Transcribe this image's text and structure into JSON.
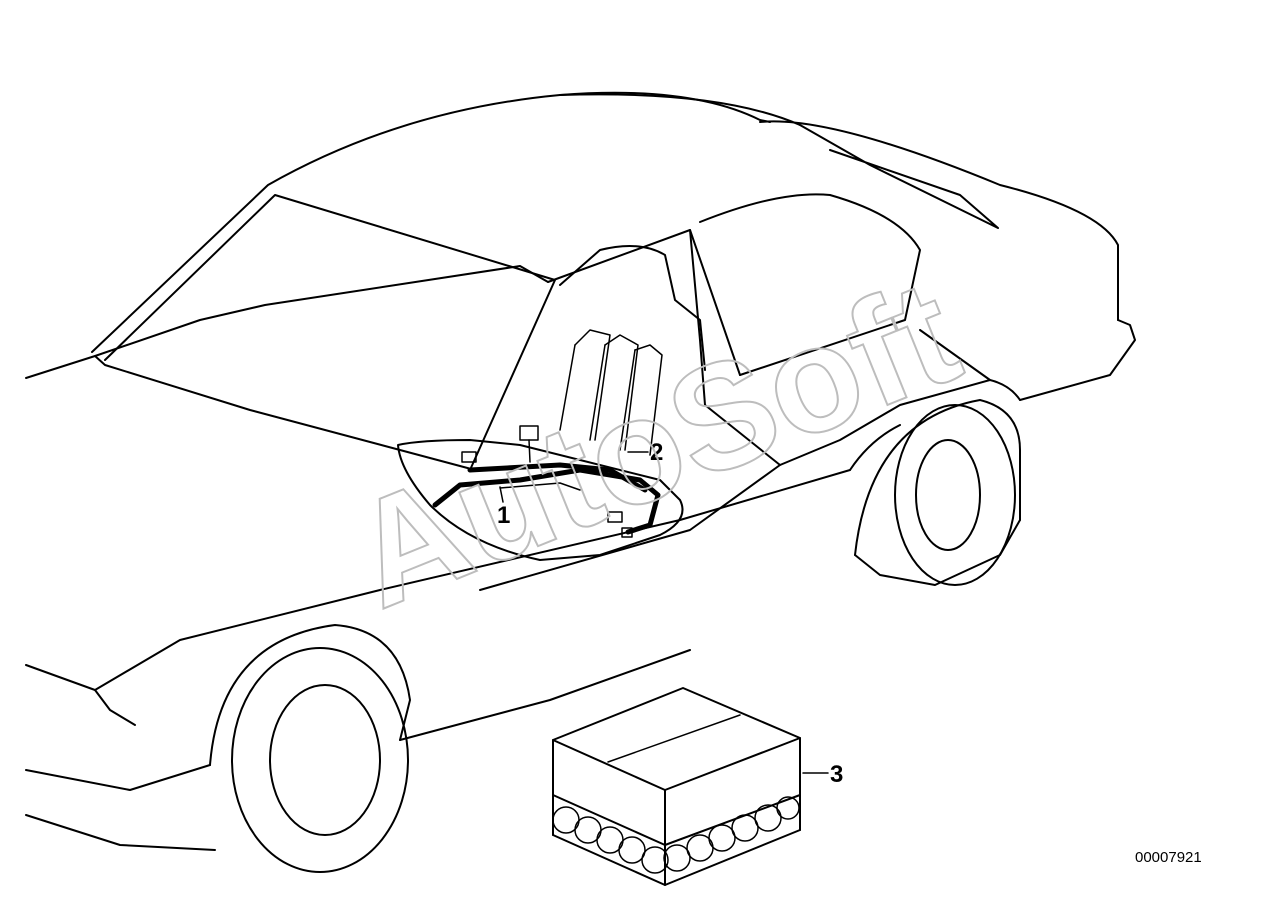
{
  "callouts": [
    {
      "label": "1"
    },
    {
      "label": "2"
    },
    {
      "label": "3"
    }
  ],
  "part_code": "00007921",
  "watermark": "AutoSoft",
  "colors": {
    "ink": "#000000",
    "watermark": "#bdbdbd",
    "background": "#ffffff"
  }
}
